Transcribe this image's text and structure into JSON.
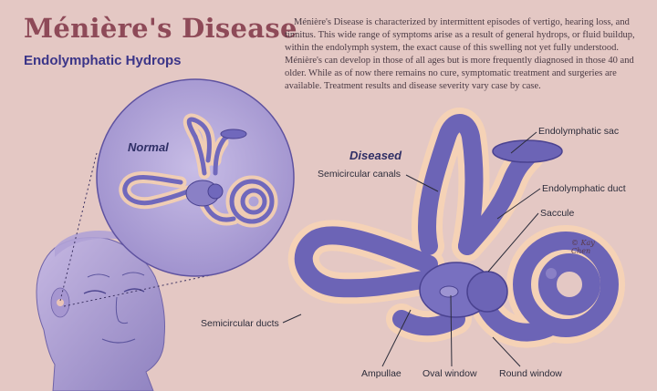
{
  "title": "Ménière's Disease",
  "subtitle": "Endolymphatic Hydrops",
  "description": "Ménière's Disease is characterized by intermittent episodes of vertigo, hearing loss, and tinnitus. This wide range of symptoms arise as a result of general hydrops, or fluid buildup, within the endolymph system, the exact cause of this swelling not yet fully understood. Ménière's can develop in those of all ages but is more frequently diagnosed in those 40 and older. While as of now there remains no cure, symptomatic treatment and surgeries are available. Treatment results and disease severity vary case by case.",
  "views": {
    "normal": "Normal",
    "diseased": "Diseased"
  },
  "labels": {
    "endolymphatic_sac": "Endolymphatic sac",
    "semicircular_canals": "Semicircular canals",
    "endolymphatic_duct": "Endolymphatic duct",
    "saccule": "Saccule",
    "semicircular_ducts": "Semicircular ducts",
    "ampullae": "Ampullae",
    "oval_window": "Oval window",
    "round_window": "Round window"
  },
  "signature": "© Kay Chen",
  "colors": {
    "background": "#e4c8c4",
    "title": "#8e4a58",
    "subtitle": "#3b3588",
    "bone_shell": "#f6d2b4",
    "membrane": "#6a62b4",
    "inset_circle": "#b6a8da"
  }
}
